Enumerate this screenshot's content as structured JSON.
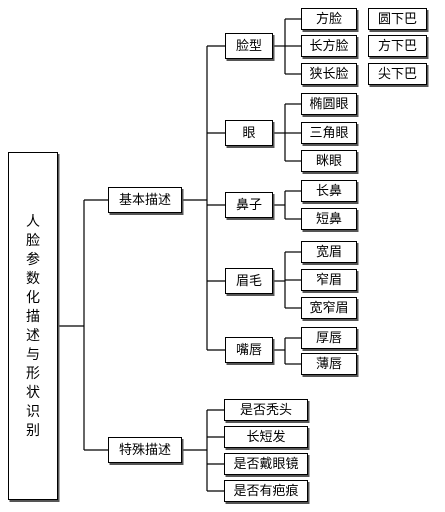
{
  "root": "人脸参数化描述与形状识别",
  "level1": [
    {
      "label": "基本描述",
      "children": [
        {
          "label": "脸型",
          "children": [
            "方脸",
            "长方脸",
            "狭长脸"
          ],
          "extra": [
            "圆下巴",
            "方下巴",
            "尖下巴"
          ]
        },
        {
          "label": "眼",
          "children": [
            "椭圆眼",
            "三角眼",
            "眯眼"
          ]
        },
        {
          "label": "鼻子",
          "children": [
            "长鼻",
            "短鼻"
          ]
        },
        {
          "label": "眉毛",
          "children": [
            "宽眉",
            "窄眉",
            "宽窄眉"
          ]
        },
        {
          "label": "嘴唇",
          "children": [
            "厚唇",
            "薄唇"
          ]
        }
      ]
    },
    {
      "label": "特殊描述",
      "children": [
        "是否秃头",
        "长短发",
        "是否戴眼镜",
        "是否有疤痕"
      ]
    }
  ]
}
